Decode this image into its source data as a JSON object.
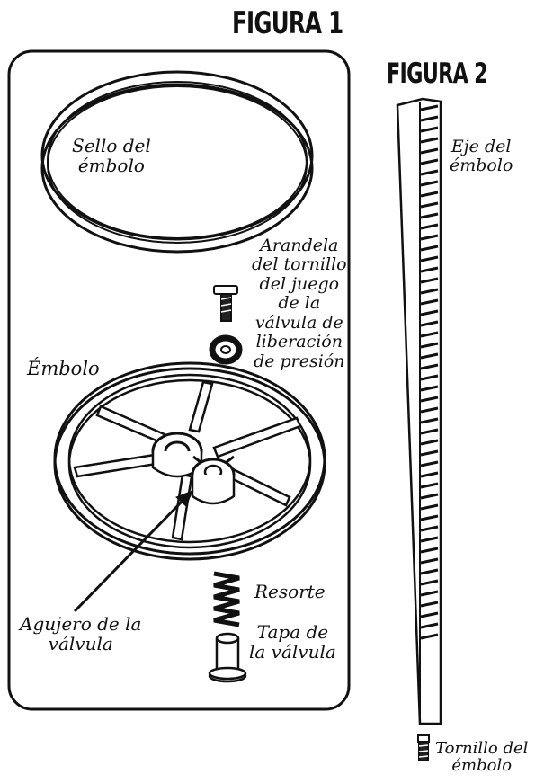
{
  "figure1": {
    "title": "FIGURA 1",
    "labels": {
      "seal_line1": "Sello del",
      "seal_line2": "émbolo",
      "washer_line1": "Arandela",
      "washer_line2": "del tornillo",
      "washer_line3": "del juego",
      "washer_line4": "de la",
      "washer_line5": "válvula de",
      "washer_line6": "liberación",
      "washer_line7": "de presión",
      "plunger": "Émbolo",
      "spring": "Resorte",
      "hole_line1": "Agujero de la",
      "hole_line2": "válvula",
      "cap_line1": "Tapa de",
      "cap_line2": "la válvula"
    }
  },
  "figure2": {
    "title": "FIGURA 2",
    "labels": {
      "shaft_line1": "Eje del",
      "shaft_line2": "émbolo",
      "screw_line1": "Tornillo del",
      "screw_line2": "émbolo"
    }
  }
}
